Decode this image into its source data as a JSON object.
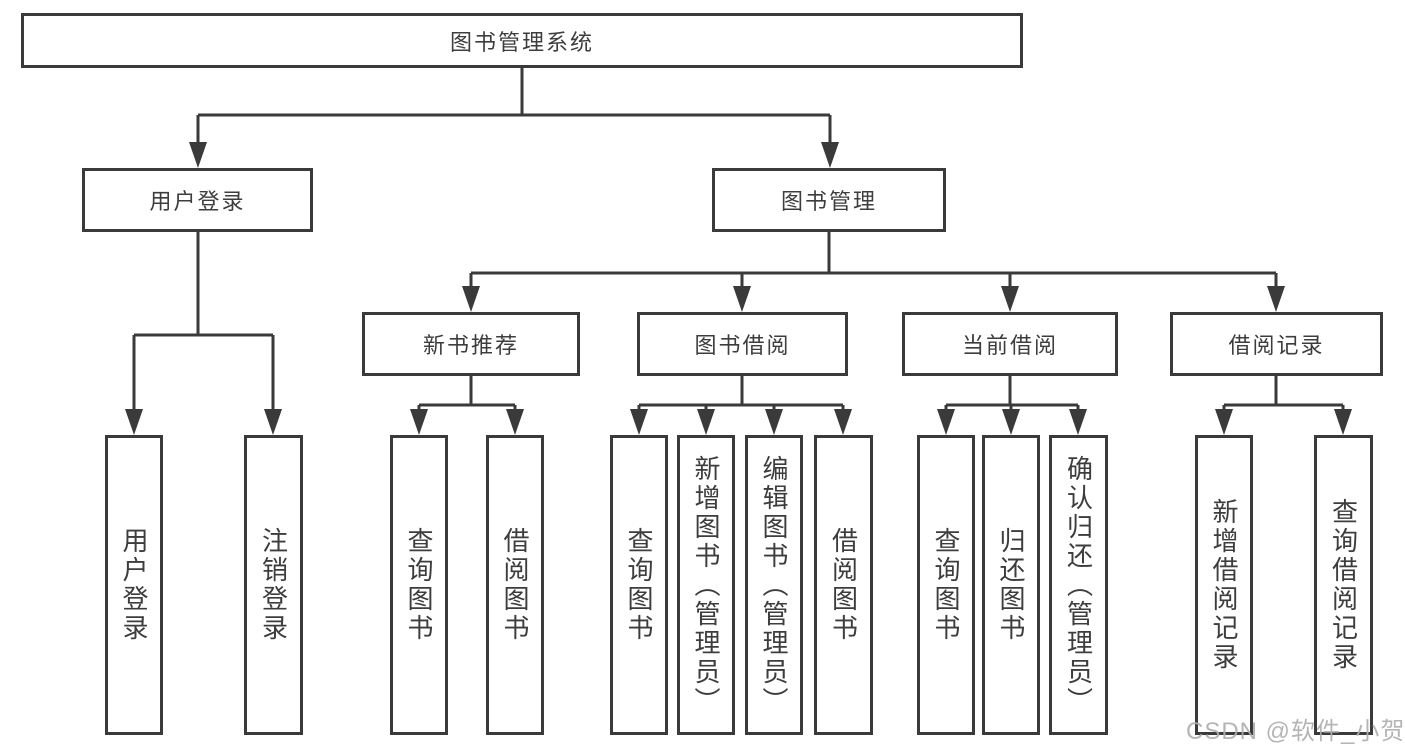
{
  "tree": {
    "root": {
      "label": "图书管理系统"
    },
    "children": [
      {
        "label": "用户登录",
        "children": [
          {
            "label": "用户登录"
          },
          {
            "label": "注销登录"
          }
        ]
      },
      {
        "label": "图书管理",
        "children": [
          {
            "label": "新书推荐",
            "children": [
              {
                "label": "查询图书"
              },
              {
                "label": "借阅图书"
              }
            ]
          },
          {
            "label": "图书借阅",
            "children": [
              {
                "label": "查询图书"
              },
              {
                "label": "新增图书（管理员）"
              },
              {
                "label": "编辑图书（管理员）"
              },
              {
                "label": "借阅图书"
              }
            ]
          },
          {
            "label": "当前借阅",
            "children": [
              {
                "label": "查询图书"
              },
              {
                "label": "归还图书"
              },
              {
                "label": "确认归还（管理员）"
              }
            ]
          },
          {
            "label": "借阅记录",
            "children": [
              {
                "label": "新增借阅记录"
              },
              {
                "label": "查询借阅记录"
              }
            ]
          }
        ]
      }
    ]
  },
  "watermark": {
    "text": "CSDN @软件_小贺同学"
  },
  "colors": {
    "line": "#3a3a3a",
    "text": "#3d3d3d",
    "watermark": "#aeaeae",
    "background": "#ffffff"
  }
}
